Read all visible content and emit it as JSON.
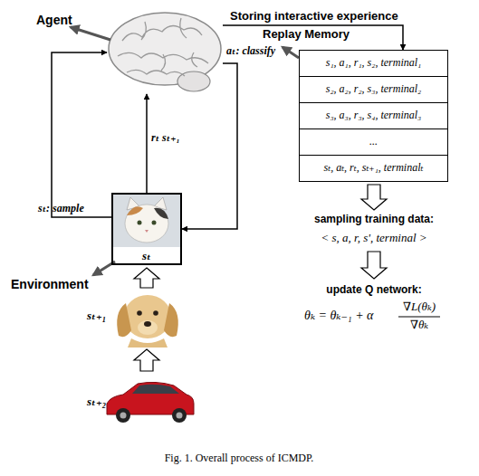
{
  "diagram": {
    "caption": "Fig. 1. Overall process of ICMDP.",
    "nodes": [
      {
        "text": [
          "Agent"
        ]
      },
      {
        "text": [
          "Environment",
          "sₜ"
        ]
      },
      {
        "text": [
          "s₁, a₁, r₁, s₂, terminal₁"
        ]
      },
      {
        "text": [
          "s₂, a₂, r₂, s₃, terminal₂"
        ]
      },
      {
        "text": [
          "s₃, a₃, r₃, s₄, terminal₃"
        ]
      },
      {
        "text": [
          "..."
        ]
      },
      {
        "text": [
          "sₜ, aₜ, rₜ, sₜ₊₁, terminalₜ"
        ]
      }
    ],
    "edges": [
      {
        "from": 0,
        "to": 1,
        "label": "aₜ: classify",
        "arrow": "to"
      },
      {
        "from": 1,
        "to": 0,
        "label": "rₜ sₜ₊₁",
        "arrow": "to"
      },
      {
        "from": 1,
        "to": 0,
        "label": "sₜ: sample",
        "arrow": "to"
      },
      {
        "from": 0,
        "to": 2,
        "label": "Storing interactive experience",
        "arrow": "to"
      }
    ],
    "labels": [
      "Replay Memory",
      "sampling training data:",
      "< s, a, r, s', terminal >",
      "update Q network:",
      "θₖ = θₖ₋₁ + α",
      "∇L(θₖ)",
      "∇θₖ",
      "sₜ₊₁",
      "sₜ₊₂"
    ]
  }
}
